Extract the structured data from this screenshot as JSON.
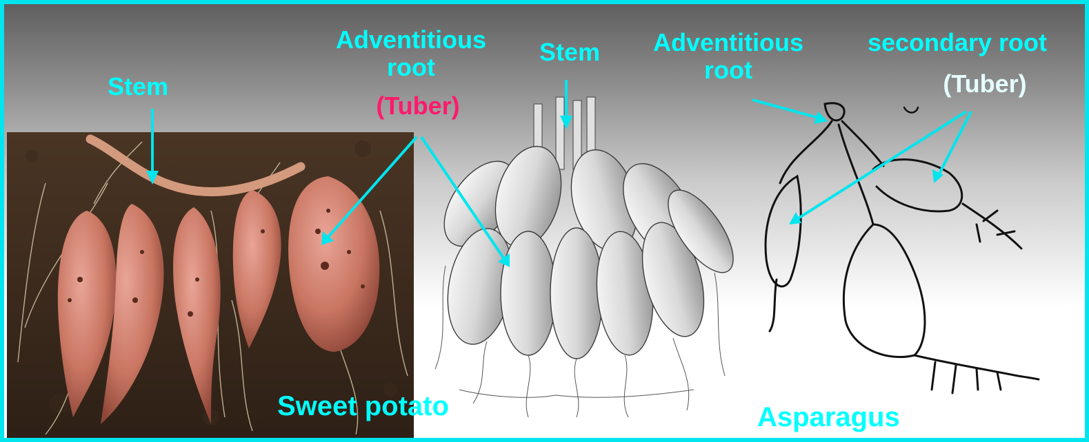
{
  "colors": {
    "label": "#00ffff",
    "tuber_highlight": "#ff1a6b",
    "tuber_secondary": "#e6ffff",
    "frame": "#00e5ee"
  },
  "labels": {
    "stem_left": "Stem",
    "adv_root_left_line1": "Adventitious",
    "adv_root_left_line2": "root",
    "tuber_left": "(Tuber)",
    "stem_middle": "Stem",
    "adv_root_right_line1": "Adventitious",
    "adv_root_right_line2": "root",
    "secondary_root": "secondary root",
    "tuber_right": "(Tuber)",
    "sweet_potato": "Sweet potato",
    "asparagus": "Asparagus"
  }
}
